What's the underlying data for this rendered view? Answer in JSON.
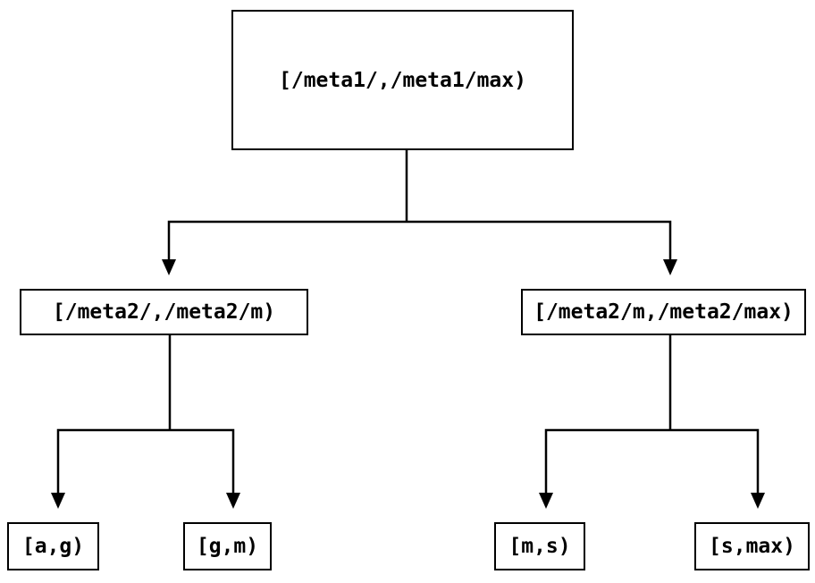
{
  "diagram": {
    "type": "binary-interval-tree",
    "colors": {
      "stroke": "#000000",
      "text": "#000000",
      "background": "#ffffff",
      "node_fill": "#ffffff"
    },
    "nodes": {
      "root": {
        "label": "[/meta1/,/meta1/max)"
      },
      "meta2_low": {
        "label": "[/meta2/,/meta2/m)"
      },
      "meta2_high": {
        "label": "[/meta2/m,/meta2/max)"
      },
      "leaf_a_g": {
        "label": "[a,g)"
      },
      "leaf_g_m": {
        "label": "[g,m)"
      },
      "leaf_m_s": {
        "label": "[m,s)"
      },
      "leaf_s_max": {
        "label": "[s,max)"
      }
    },
    "edges": [
      {
        "from": "root",
        "to": "meta2_low"
      },
      {
        "from": "root",
        "to": "meta2_high"
      },
      {
        "from": "meta2_low",
        "to": "leaf_a_g"
      },
      {
        "from": "meta2_low",
        "to": "leaf_g_m"
      },
      {
        "from": "meta2_high",
        "to": "leaf_m_s"
      },
      {
        "from": "meta2_high",
        "to": "leaf_s_max"
      }
    ]
  }
}
